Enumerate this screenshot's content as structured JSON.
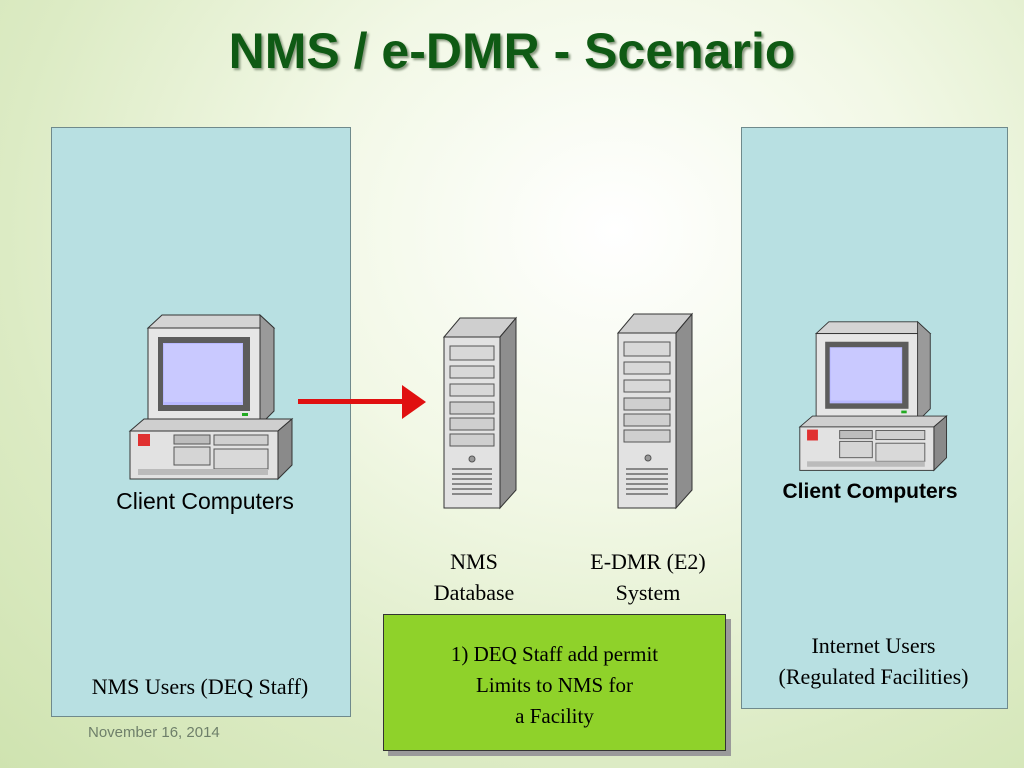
{
  "title": "NMS / e-DMR - Scenario",
  "left_panel": {
    "label": "Client Computers",
    "caption": "NMS Users (DEQ Staff)"
  },
  "servers": {
    "nms": {
      "line1": "NMS",
      "line2": "Database"
    },
    "edmr": {
      "line1": "E-DMR (E2)",
      "line2": "System"
    }
  },
  "note": {
    "line1": "1) DEQ Staff  add permit",
    "line2": "Limits to NMS for",
    "line3": "a Facility"
  },
  "right_panel": {
    "label": "Client Computers",
    "caption_line1": "Internet Users",
    "caption_line2": "(Regulated Facilities)"
  },
  "footer": {
    "date": "November 16, 2014"
  },
  "colors": {
    "title": "#0f5a14",
    "panel": "#b8e0e2",
    "note": "#8fd22a",
    "arrow": "#e01010"
  },
  "icons": {
    "computer": "desktop-computer-icon",
    "server": "server-tower-icon",
    "arrow": "arrow-right-icon"
  }
}
